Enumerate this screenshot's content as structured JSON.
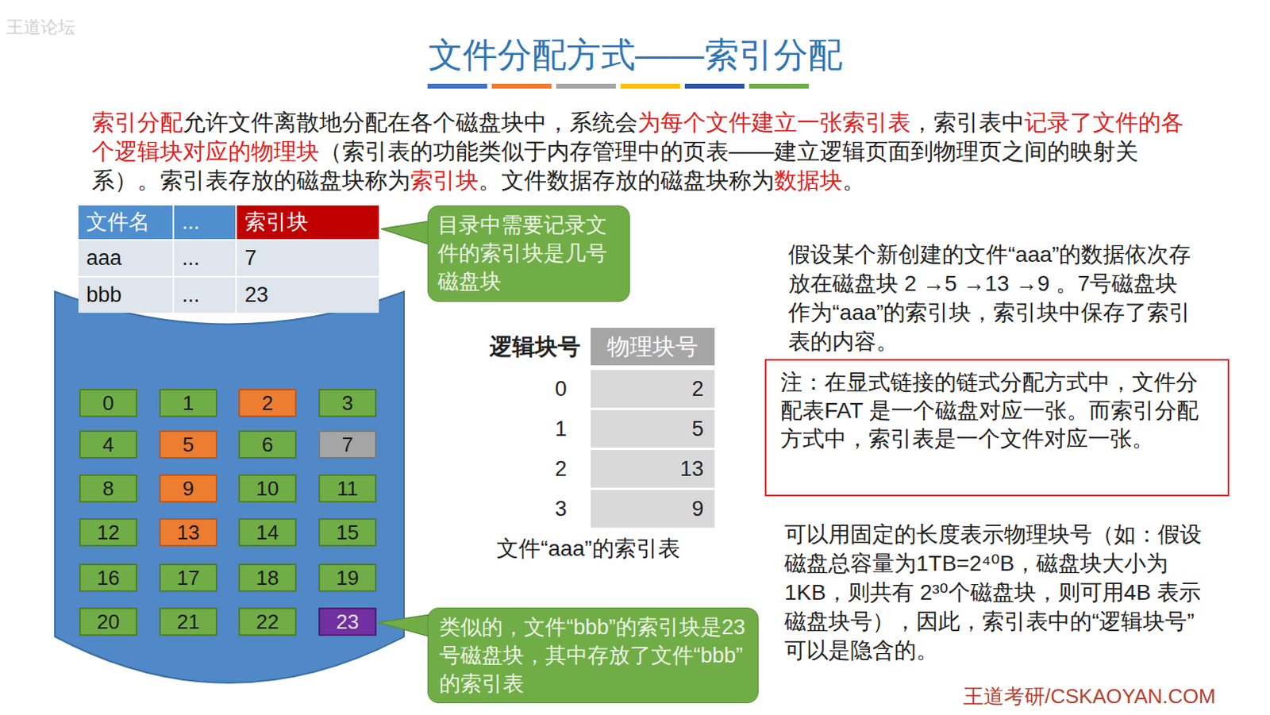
{
  "diagram": {
    "title": "文件分配方式——索引分配",
    "nodes": [
      {
        "text": [
          "0"
        ]
      },
      {
        "text": [
          "1"
        ]
      },
      {
        "text": [
          "2"
        ]
      },
      {
        "text": [
          "3"
        ]
      },
      {
        "text": [
          "4"
        ]
      },
      {
        "text": [
          "5"
        ]
      },
      {
        "text": [
          "6"
        ]
      },
      {
        "text": [
          "7"
        ]
      },
      {
        "text": [
          "8"
        ]
      },
      {
        "text": [
          "9"
        ]
      },
      {
        "text": [
          "10"
        ]
      },
      {
        "text": [
          "11"
        ]
      },
      {
        "text": [
          "12"
        ]
      },
      {
        "text": [
          "13"
        ]
      },
      {
        "text": [
          "14"
        ]
      },
      {
        "text": [
          "15"
        ]
      },
      {
        "text": [
          "16"
        ]
      },
      {
        "text": [
          "17"
        ]
      },
      {
        "text": [
          "18"
        ]
      },
      {
        "text": [
          "19"
        ]
      },
      {
        "text": [
          "20"
        ]
      },
      {
        "text": [
          "21"
        ]
      },
      {
        "text": [
          "22"
        ]
      },
      {
        "text": [
          "23"
        ]
      },
      {
        "text": [
          "目录中需要记录文件的索引块是几号磁盘块"
        ]
      },
      {
        "text": [
          "类似的，文件“bbb”的索引块是23号磁盘块，其中存放了文件“bbb”的索引表"
        ]
      },
      {
        "text": [
          "注：在显式链接的链式分配方式中，文件分配表FAT 是一个磁盘对应一张。而索引分配方式中，索引表是一个文件对应一张。"
        ]
      }
    ],
    "labels": [
      "王道论坛",
      "索引分配",
      "允许文件离散地分配在各个磁盘块中，系统会",
      "为每个文件建立一张索引表",
      "，索引表中",
      "记录了文件的各个逻辑块对应的物理块",
      "（索引表的功能类似于内存管理中的页表——建立逻辑页面到物理页之间的映射关系）。索引表存放的磁盘块称为",
      "索引块",
      "。文件数据存放的磁盘块称为",
      "数据块",
      "。",
      "文件名",
      "...",
      "索引块",
      "aaa",
      "...",
      "7",
      "bbb",
      "...",
      "23",
      "逻辑块号",
      "物理块号",
      "0",
      "2",
      "1",
      "5",
      "2",
      "13",
      "3",
      "9",
      "文件“aaa”的索引表",
      "假设某个新创建的文件“aaa”的数据依次存放在磁盘块 2 →5 →13 →9 。7号磁盘块作为“aaa”的索引块，索引块中保存了索引表的内容。",
      "可以用固定的长度表示物理块号（如：假设磁盘总容量为1TB=2⁴⁰B，磁盘块大小为1KB，则共有 2³⁰个磁盘块，则可用4B 表示磁盘块号），因此，索引表中的“逻辑块号”可以是隐含的。",
      "王道考研/CSKAOYAN.COM"
    ]
  }
}
